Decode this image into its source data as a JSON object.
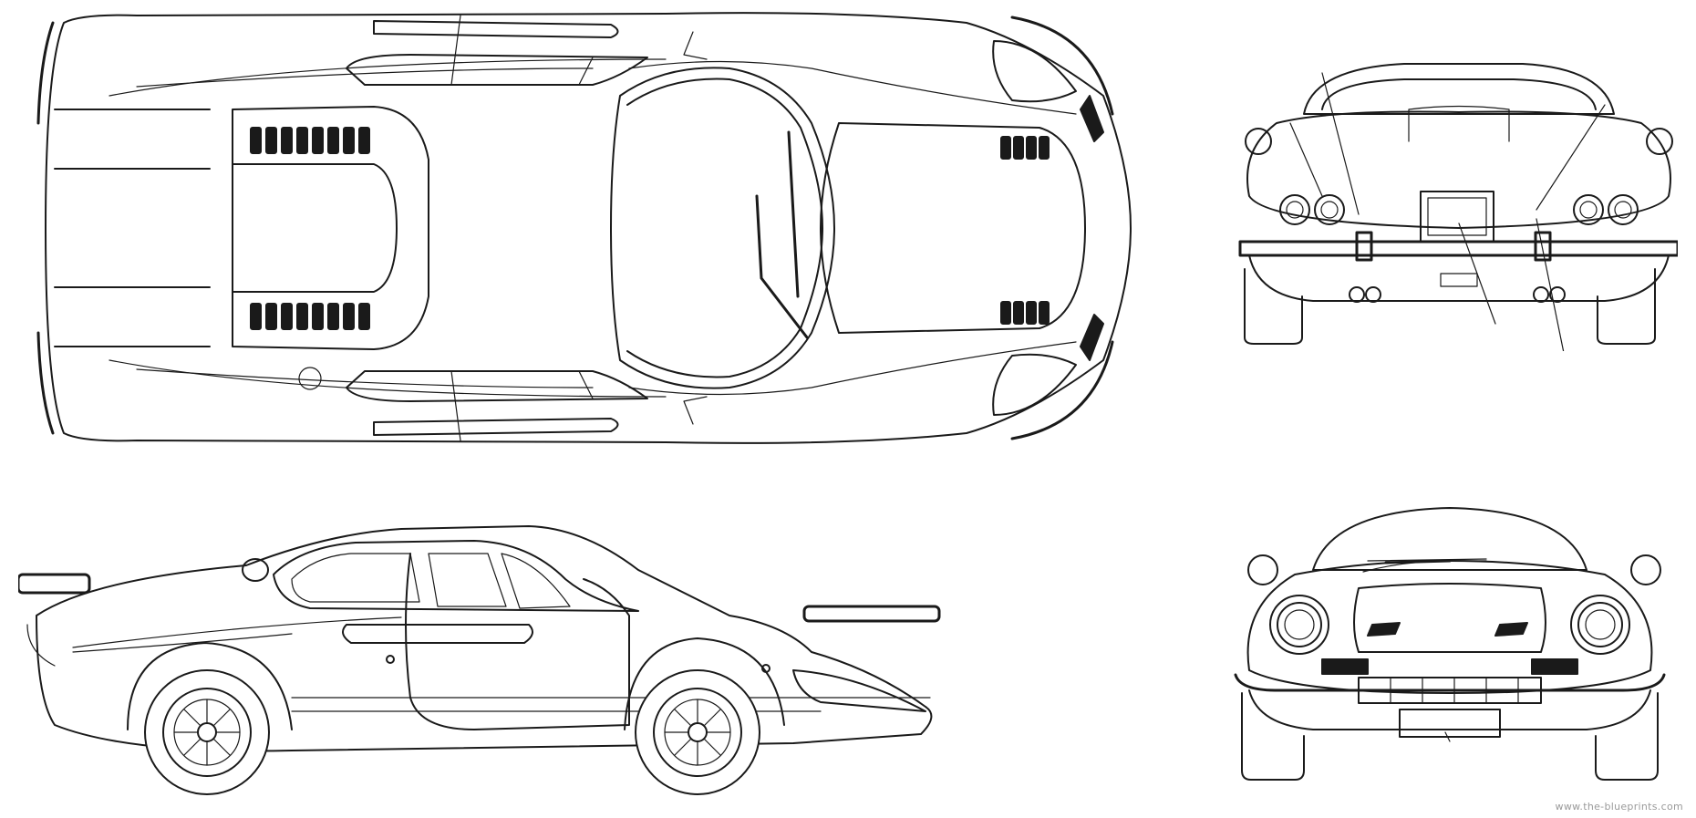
{
  "views": [
    {
      "id": "top",
      "name": "top view"
    },
    {
      "id": "rear",
      "name": "rear view"
    },
    {
      "id": "side",
      "name": "side view"
    },
    {
      "id": "front",
      "name": "front view"
    }
  ],
  "credit": "www.the-blueprints.com",
  "colors": {
    "line": "#1a1a1a",
    "background": "#ffffff",
    "credit": "#9a9a9a"
  }
}
